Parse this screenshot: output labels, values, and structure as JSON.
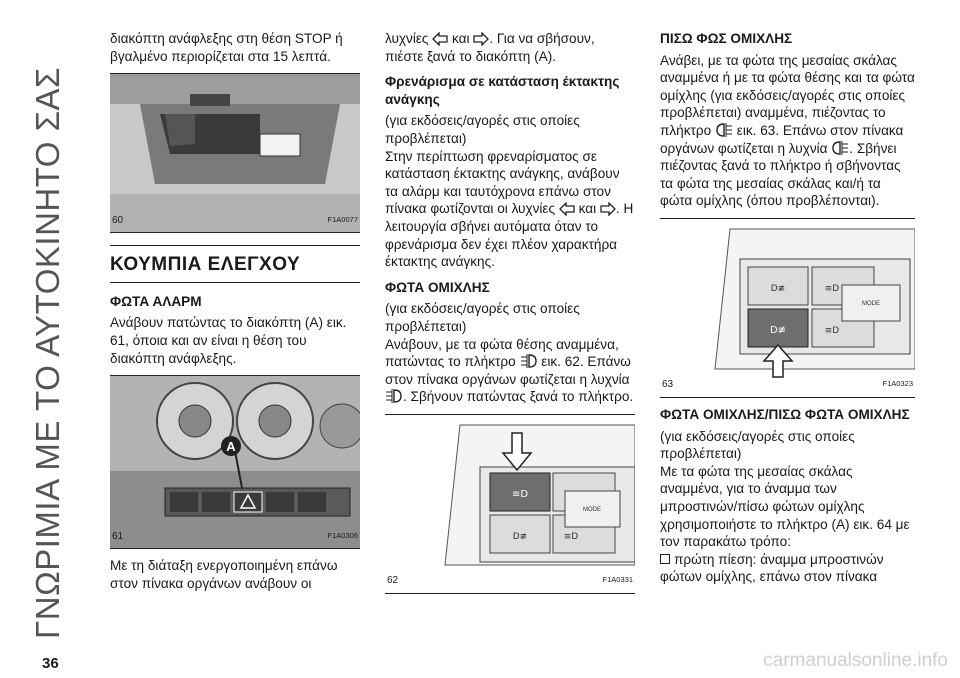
{
  "side_title": "ΓΝΩΡΙΜΙΑ ΜΕ ΤΟ ΑΥΤΟΚΙΝΗΤΟ ΣΑΣ",
  "page_number": "36",
  "footer_url": "carmanualsonline.info",
  "col1": {
    "intro": "διακόπτη ανάφλεξης στη θέση STOP ή βγαλμένο περιορίζεται στα 15 λεπτά.",
    "fig60": {
      "num": "60",
      "code": "F1A0077"
    },
    "section_title": "ΚΟΥΜΠΙΑ ΕΛΕΓΧΟΥ",
    "hazard_heading": "ΦΩΤΑ ΑΛΑΡΜ",
    "hazard_text": "Ανάβουν πατώντας το διακόπτη (A) εικ. 61, όποια και αν είναι η θέση του διακόπτη ανάφλεξης.",
    "fig61": {
      "num": "61",
      "code": "F1A0306",
      "callout": "A"
    },
    "after_fig": "Με τη διάταξη ενεργοποιημένη επάνω στον πίνακα οργάνων ανάβουν οι"
  },
  "col2": {
    "p1_a": "λυχνίες",
    "p1_b": "και",
    "p1_c": ". Για να σβήσουν, πιέστε ξανά το διακόπτη (A).",
    "brake_heading": "Φρενάρισμα σε κατάσταση έκτακτης ανάγκης",
    "brake_sub": "(για εκδόσεις/αγορές στις οποίες προβλέπεται)",
    "brake_text_a": "Στην περίπτωση φρεναρίσματος σε κατάσταση έκτακτης ανάγκης, ανάβουν τα αλάρμ και ταυτόχρονα επάνω στον πίνακα φωτίζονται οι λυχνίες",
    "brake_text_b": "και",
    "brake_text_c": ". Η λειτουργία σβήνει αυτόματα όταν το φρενάρισμα δεν έχει πλέον χαρακτήρα έκτακτης ανάγκης.",
    "fog_heading": "ΦΩΤΑ ΟΜΙΧΛΗΣ",
    "fog_sub": "(για εκδόσεις/αγορές στις οποίες προβλέπεται)",
    "fog_text_a": "Ανάβουν, με τα φώτα θέσης αναμμένα, πατώντας το πλήκτρο",
    "fog_text_b": "εικ. 62. Επάνω στον πίνακα οργάνων φωτίζεται η λυχνία",
    "fog_text_c": ". Σβήνουν πατώντας ξανά το πλήκτρο.",
    "fig62": {
      "num": "62",
      "code": "F1A0331",
      "mode": "MODE"
    }
  },
  "col3": {
    "rear_heading": "ΠΙΣΩ ΦΩΣ ΟΜΙΧΛΗΣ",
    "rear_text_a": "Ανάβει, με τα φώτα της μεσαίας σκάλας αναμμένα ή με τα φώτα θέσης και τα φώτα ομίχλης (για εκδόσεις/αγορές στις οποίες προβλέπεται) αναμμένα, πιέζοντας το πλήκτρο",
    "rear_text_b": "εικ. 63. Επάνω στον πίνακα οργάνων φωτίζεται η λυχνία",
    "rear_text_c": ". Σβήνει πιέζοντας ξανά το πλήκτρο ή σβήνοντας τα φώτα της μεσαίας σκάλας και/ή τα φώτα ομίχλης (όπου προβλέπονται).",
    "fig63": {
      "num": "63",
      "code": "F1A0323",
      "mode": "MODE"
    },
    "both_heading": "ΦΩΤΑ ΟΜΙΧΛΗΣ/ΠΙΣΩ ΦΩΤΑ ΟΜΙΧΛΗΣ",
    "both_sub": "(για εκδόσεις/αγορές στις οποίες προβλέπεται)",
    "both_text": "Με τα φώτα της μεσαίας σκάλας αναμμένα, για το άναμμα των μπροστινών/πίσω φώτων ομίχλης χρησιμοποιήστε το πλήκτρο (A) εικ. 64 με τον παρακάτω τρόπο:",
    "bullet_text": "πρώτη πίεση: άναμμα μπροστινών φώτων ομίχλης, επάνω στον πίνακα"
  },
  "icons": [
    "arrow-left-icon",
    "arrow-right-icon",
    "front-fog-icon",
    "rear-fog-icon",
    "square-bullet-icon"
  ]
}
